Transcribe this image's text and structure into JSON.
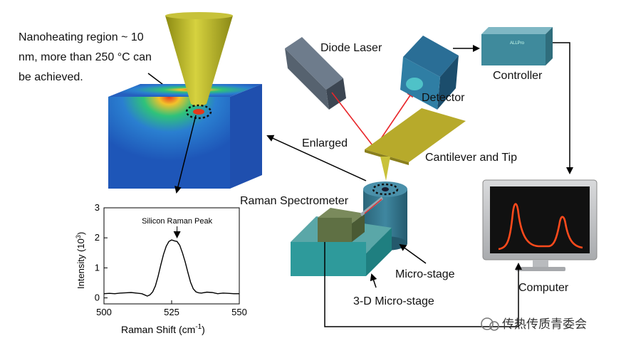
{
  "annotation": {
    "line1": "Nanoheating region ~ 10",
    "line2": "nm, more than 250 °C can",
    "line3": "be achieved."
  },
  "labels": {
    "diode_laser": "Diode Laser",
    "detector": "Detector",
    "controller": "Controller",
    "enlarged": "Enlarged",
    "cantilever": "Cantilever and Tip",
    "raman_spectrometer": "Raman Spectrometer",
    "micro_stage": "Micro-stage",
    "micro_stage_3d": "3-D Micro-stage",
    "computer": "Computer",
    "controller_brand": "ALLPro"
  },
  "watermark": "传热传质青委会",
  "colors": {
    "laser": "#e8262a",
    "cantilever": "#b7aa2b",
    "tip": "#c9c23a",
    "stage_top": "#5aa7a8",
    "stage_front": "#2e9a9b",
    "cylinder": "#2e6f86",
    "screen_curve": "#ff4a1c"
  },
  "chart_data": {
    "type": "line",
    "xlabel": "Raman Shift (cm-1)",
    "xlabel_main": "Raman Shift",
    "xlabel_unit": "(cm",
    "xlabel_sup": "-1",
    "xlabel_close": ")",
    "ylabel": "Intensity (10³)",
    "ylabel_text": "Intensity (10",
    "ylabel_sup": "3",
    "ylabel_close": ")",
    "xlim": [
      500,
      550
    ],
    "ylim": [
      -0.2,
      3.0
    ],
    "xticks": [
      500,
      525,
      550
    ],
    "yticks": [
      0,
      1,
      2,
      3
    ],
    "annotation": "Silicon Raman Peak",
    "annotation_x": 527,
    "x": [
      500,
      502,
      504,
      506,
      508,
      510,
      512,
      514,
      515,
      516,
      517,
      518,
      519,
      520,
      521,
      522,
      523,
      524,
      525,
      526,
      527,
      528,
      529,
      530,
      531,
      532,
      533,
      534,
      535,
      536,
      538,
      540,
      542,
      544,
      546,
      548,
      550
    ],
    "y": [
      0.14,
      0.15,
      0.14,
      0.16,
      0.17,
      0.18,
      0.16,
      0.14,
      0.1,
      0.06,
      0.1,
      0.2,
      0.4,
      0.72,
      1.1,
      1.45,
      1.72,
      1.88,
      1.93,
      1.9,
      1.88,
      1.75,
      1.5,
      1.2,
      0.85,
      0.52,
      0.3,
      0.2,
      0.17,
      0.16,
      0.19,
      0.18,
      0.14,
      0.16,
      0.15,
      0.14,
      0.14
    ]
  }
}
